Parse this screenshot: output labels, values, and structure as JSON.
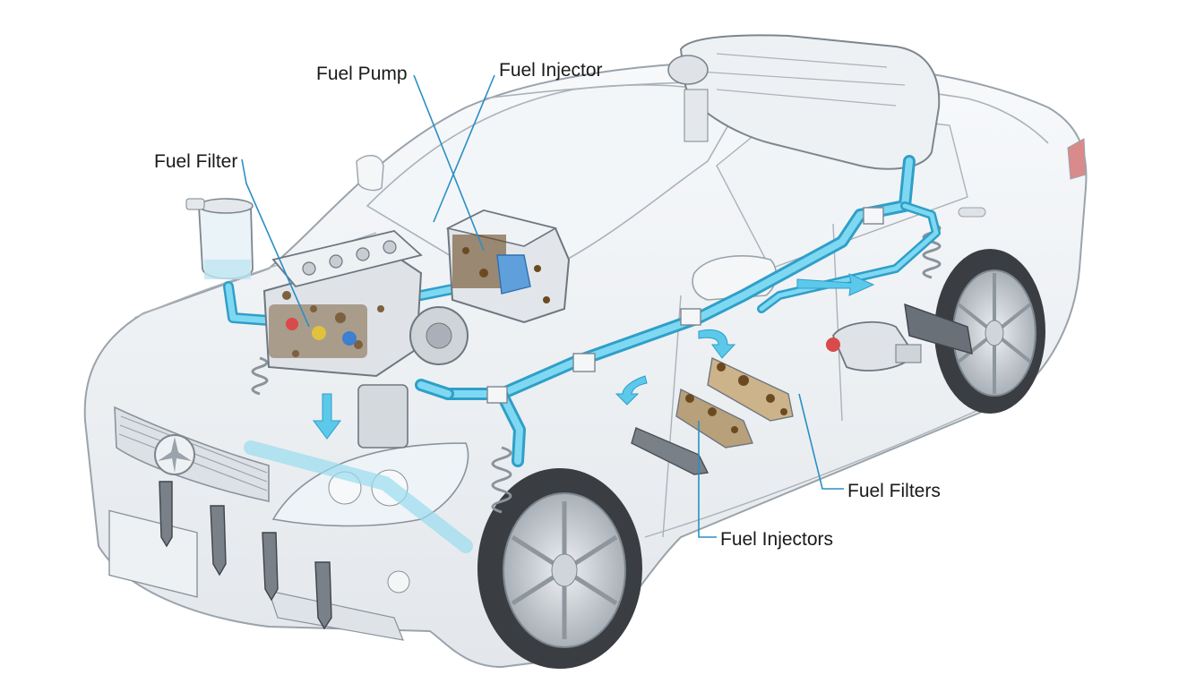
{
  "diagram": {
    "callouts": {
      "fuel_pump": "Fuel Pump",
      "fuel_injector": "Fuel Injector",
      "fuel_filter": "Fuel Filter",
      "fuel_filters": "Fuel Filters",
      "fuel_injectors": "Fuel Injectors"
    }
  },
  "colors": {
    "fuel_line": "#5cc8ea",
    "fuel_line_dark": "#2f9fc8",
    "leader_line": "#2a8fc4",
    "car_outline": "#9aa3ab",
    "car_body": "#eef1f4",
    "tire": "#3a3d41",
    "rim": "#c9ced3",
    "contamination": "#6b4a22",
    "component_metal": "#b7bec6"
  }
}
